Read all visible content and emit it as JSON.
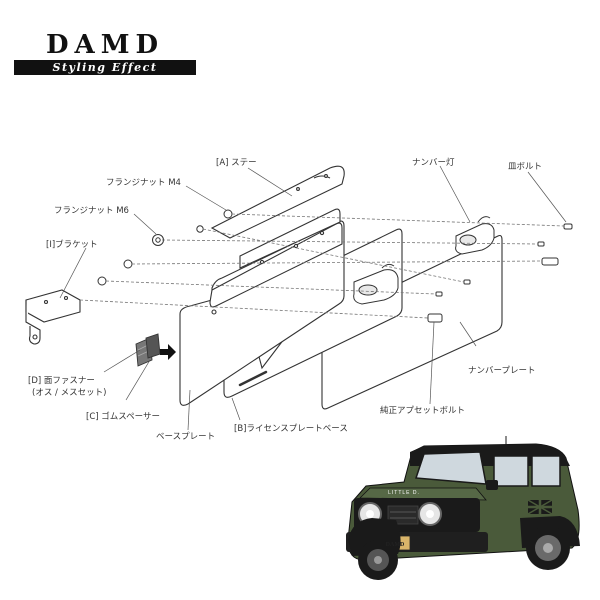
{
  "logo": {
    "brand": "DAMD",
    "tagline": "Styling Effect"
  },
  "labels": {
    "stay": "[A] ステー",
    "flange_nut_m4": "フランジナット M4",
    "flange_nut_m6": "フランジナット M6",
    "bracket": "[I]ブラケット",
    "surface_fastener": "[D] 面ファスナー",
    "surface_fastener_sub": "(オス / メスセット)",
    "rubber_spacer": "[C] ゴムスペーサー",
    "base_plate": "ベースプレート",
    "license_plate_base": "[B]ライセンスプレートベース",
    "number_light": "ナンバー灯",
    "countersunk_bolt": "皿ボルト",
    "number_plate": "ナンバープレート",
    "oem_bolt": "純正アプセットボルト"
  },
  "vehicle": {
    "badge_text": "LITTLE D.",
    "plate_brand": "DAMD",
    "body_color": "#4a5a3a",
    "trim_color": "#1a1a1a"
  }
}
